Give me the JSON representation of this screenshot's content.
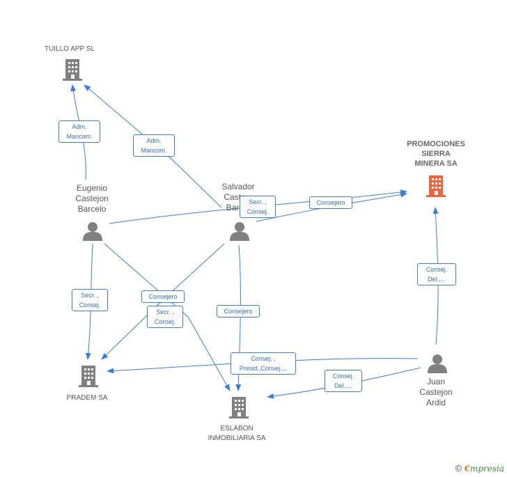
{
  "nodes": {
    "tuillo": {
      "label": "TUILLO APP  SL",
      "type": "company"
    },
    "promociones": {
      "label_lines": [
        "PROMOCIONES",
        "SIERRA",
        "MINERA SA"
      ],
      "type": "company-main"
    },
    "eugenio": {
      "label_lines": [
        "Eugenio",
        "Castejon",
        "Barcelo"
      ],
      "type": "person"
    },
    "salvador": {
      "label_lines": [
        "Salvador",
        "Caste...",
        "Barc..."
      ],
      "type": "person"
    },
    "juan": {
      "label_lines": [
        "Juan",
        "Castejon",
        "Ardid"
      ],
      "type": "person"
    },
    "pradem": {
      "label": "PRADEM SA",
      "type": "company"
    },
    "eslabon": {
      "label_lines": [
        "ESLABON",
        "INMOBILIARIA SA"
      ],
      "type": "company"
    }
  },
  "edge_labels": {
    "eugenio_tuillo": [
      "Adm.",
      "Mancom."
    ],
    "salvador_tuillo": [
      "Adm.",
      "Mancom."
    ],
    "salvador_promociones": [
      "Secr. ,",
      "Consej."
    ],
    "eugenio_promociones": [
      "Consejero"
    ],
    "juan_promociones": [
      "Consej.",
      "Del.,..."
    ],
    "eugenio_pradem": [
      "Secr. ,",
      "Consej."
    ],
    "salvador_pradem": [
      "Consejero"
    ],
    "eugenio_eslabon": [
      "Secr. ,",
      "Consej."
    ],
    "salvador_eslabon": [
      "Consejero"
    ],
    "juan_pradem": [
      "Consej. ,",
      "Presid.,Consej...."
    ],
    "juan_eslabon": [
      "Consej.",
      "Del.,..."
    ]
  },
  "colors": {
    "edge": "#3b7dd8",
    "company_icon": "#808080",
    "main_company_icon": "#f0643c",
    "person_icon": "#808080"
  },
  "icons": {
    "company": "building-icon",
    "person": "person-icon"
  },
  "footer": {
    "copyright": "©",
    "brand_first": "€",
    "brand_rest": "mpresia"
  }
}
